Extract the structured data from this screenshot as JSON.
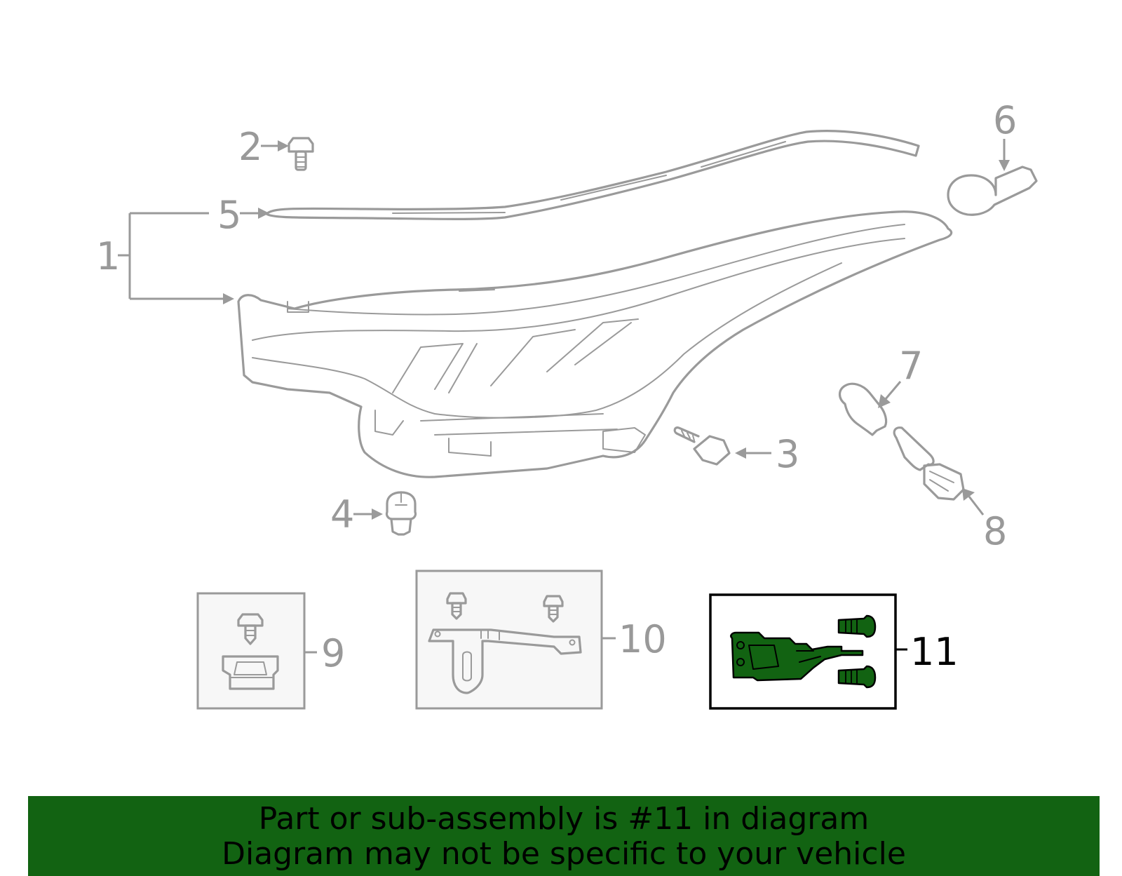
{
  "callouts": {
    "c1": "1",
    "c2": "2",
    "c3": "3",
    "c4": "4",
    "c5": "5",
    "c6": "6",
    "c7": "7",
    "c8": "8",
    "c9": "9",
    "c10": "10",
    "c11": "11"
  },
  "highlighted_part": "11",
  "colors": {
    "highlight_fill": "#126312",
    "banner_background": "#126312",
    "line_gray": "#9a9a9a"
  },
  "banner": {
    "line1": "Part or sub-assembly is #11 in diagram",
    "line2": "Diagram may not be specific to your vehicle"
  }
}
